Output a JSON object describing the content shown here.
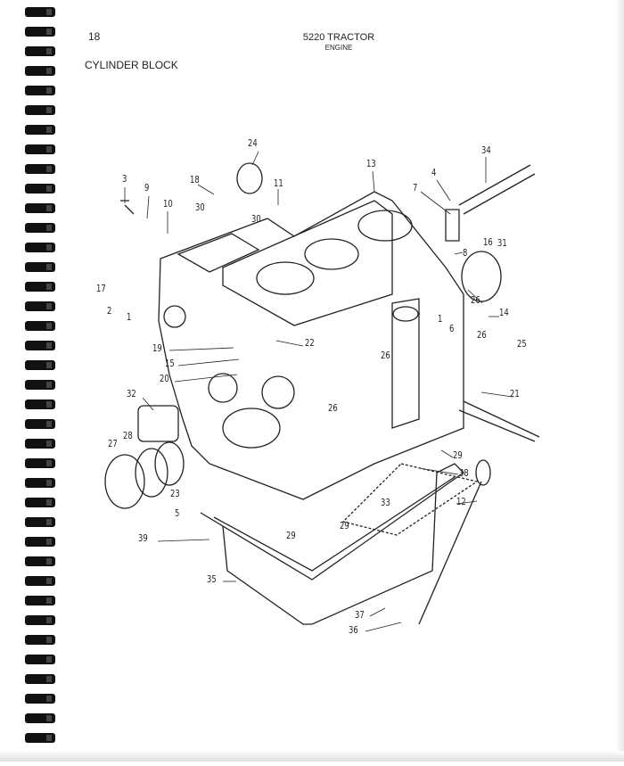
{
  "header": {
    "page_number": "18",
    "title": "5220 TRACTOR",
    "subtitle": "ENGINE",
    "section_title": "CYLINDER BLOCK"
  },
  "callouts": [
    "24",
    "13",
    "34",
    "3",
    "9",
    "18",
    "11",
    "4",
    "7",
    "10",
    "30",
    "30",
    "16",
    "31",
    "8",
    "17",
    "2",
    "1",
    "26",
    "14",
    "1",
    "6",
    "22",
    "26",
    "26",
    "25",
    "19",
    "15",
    "20",
    "21",
    "32",
    "26",
    "27",
    "28",
    "29",
    "38",
    "23",
    "12",
    "33",
    "5",
    "39",
    "29",
    "29",
    "35",
    "37",
    "36"
  ]
}
